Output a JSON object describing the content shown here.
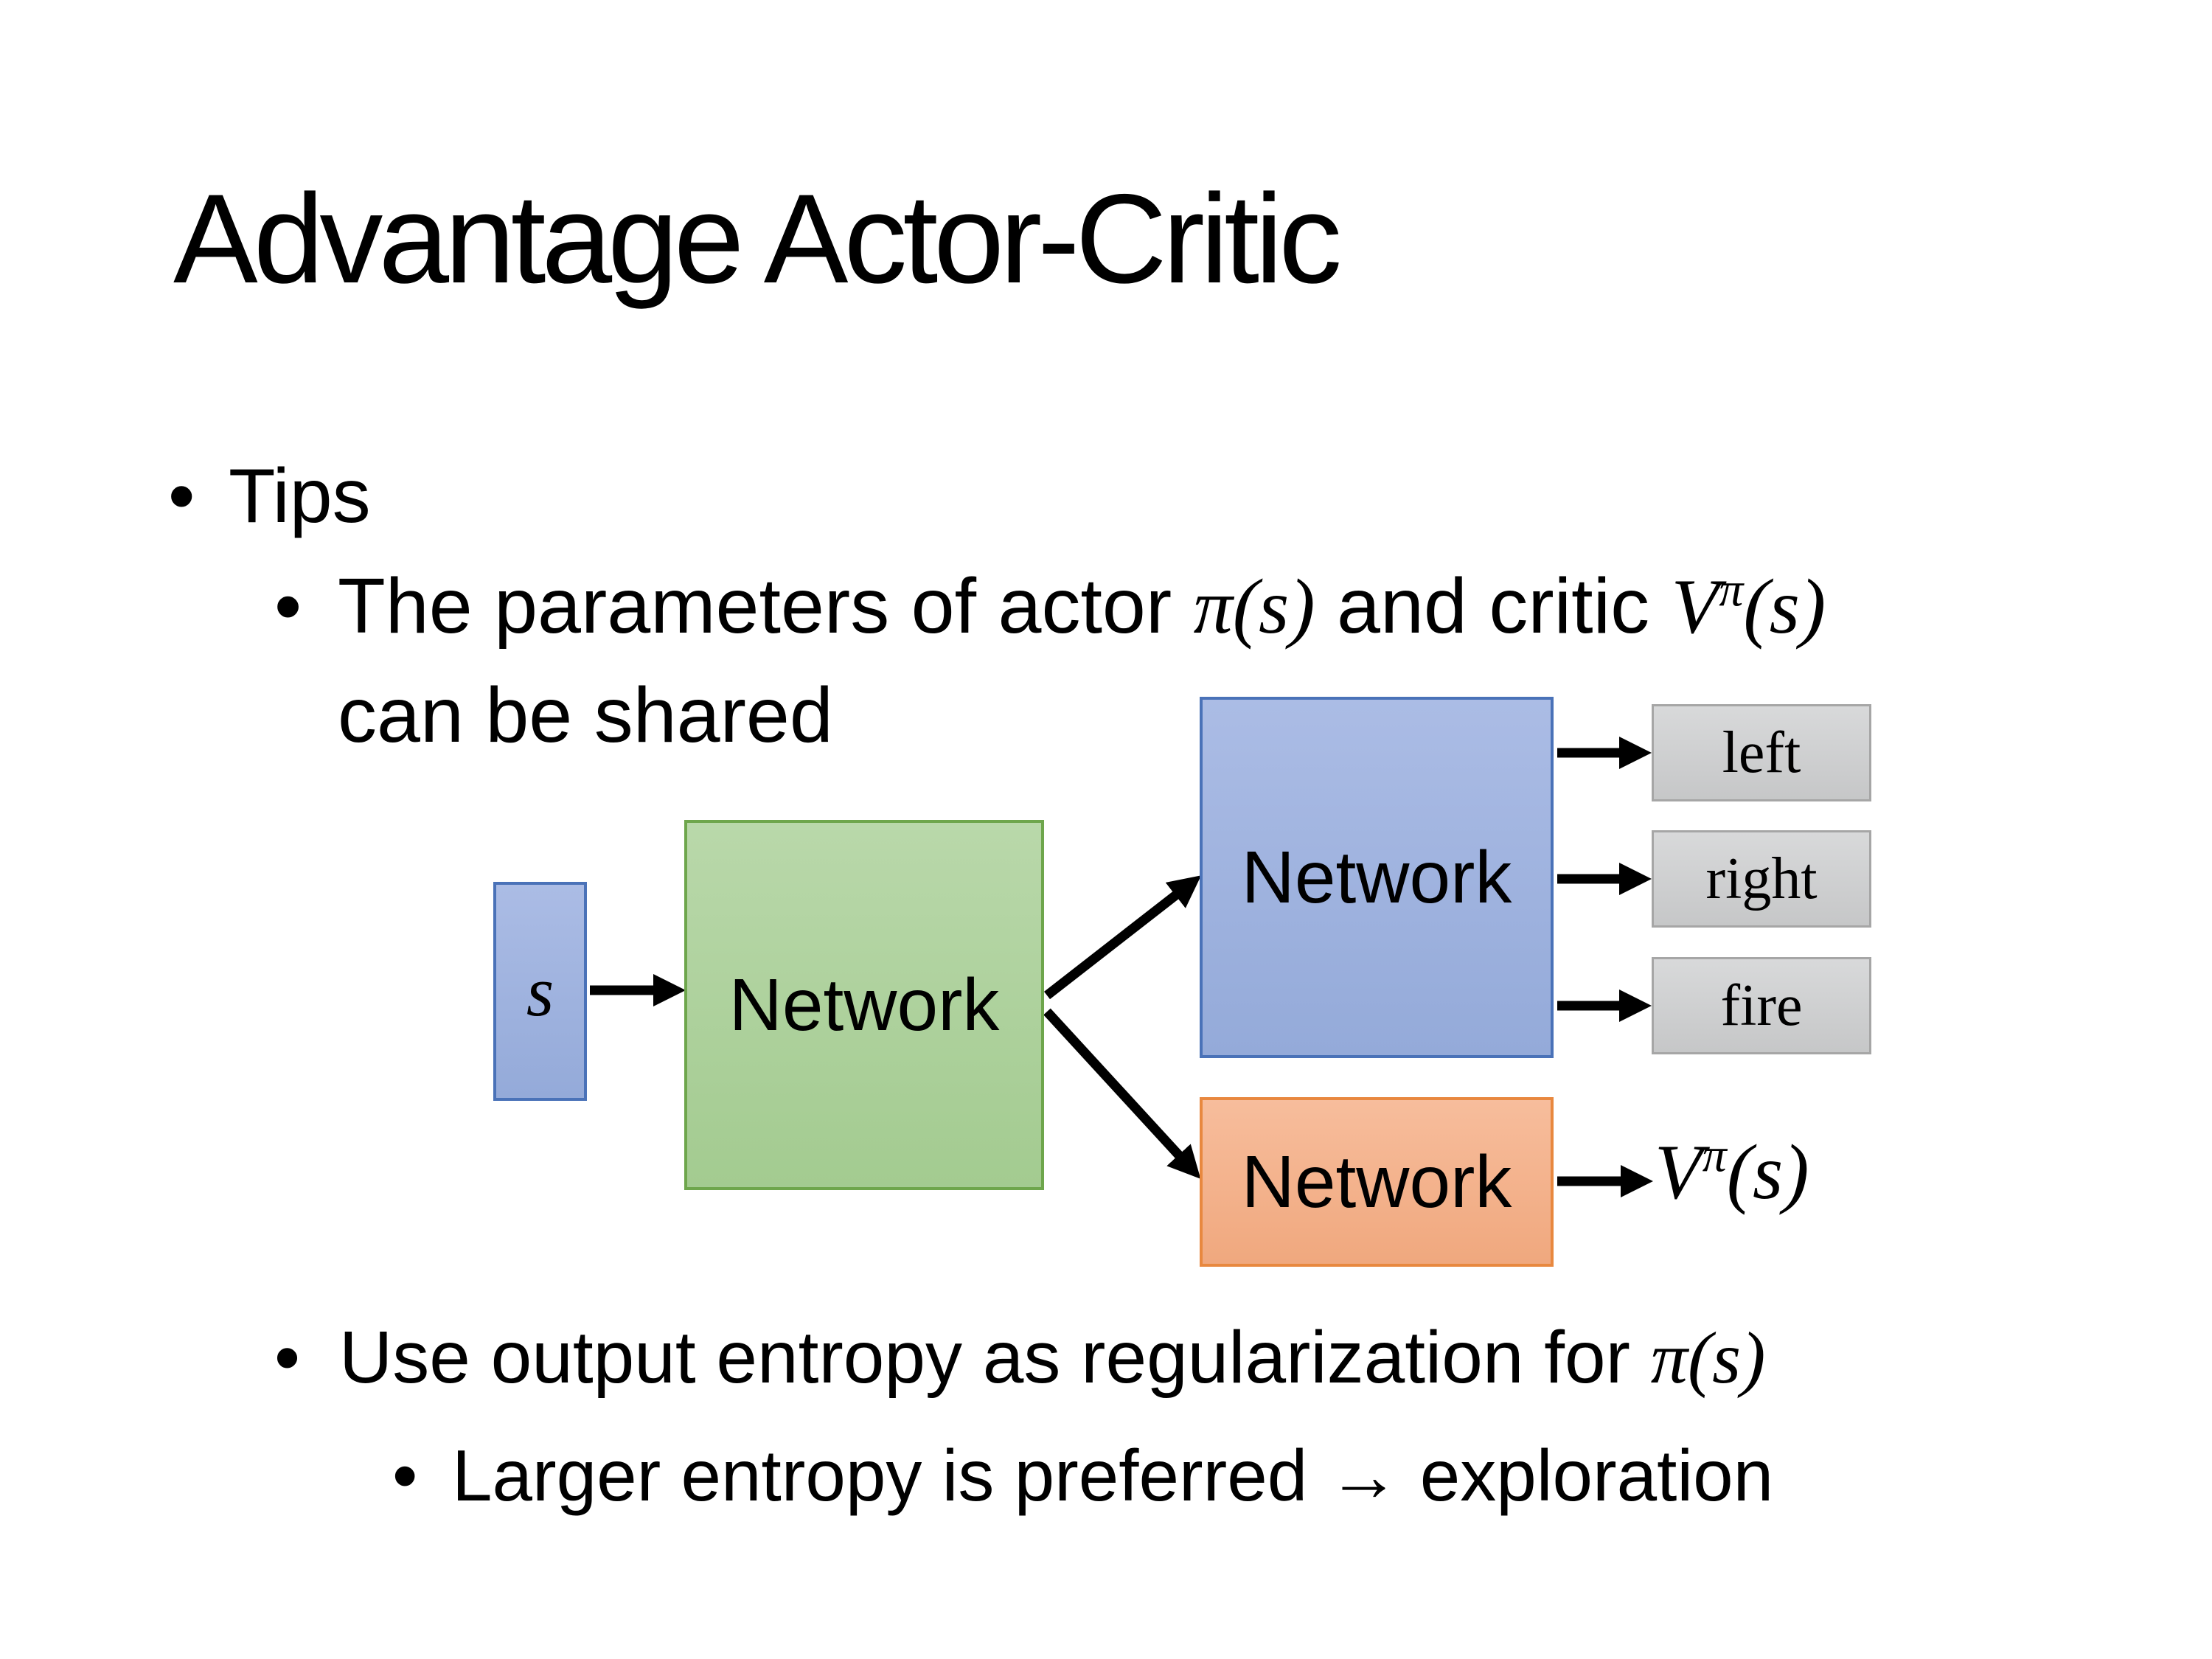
{
  "slide": {
    "title": "Advantage Actor-Critic",
    "bullets": {
      "dot": "•",
      "tips": "Tips",
      "param_text_1": "The parameters of actor ",
      "param_math_pi": "π(s)",
      "param_text_2": " and critic ",
      "param_value_base": "V",
      "param_value_sup": "π",
      "param_value_arg": "(s)",
      "param_line2": "can be shared",
      "entropy_text_1": "Use output entropy as regularization for ",
      "entropy_math_pi": "π(s)",
      "larger_text": "Larger entropy is preferred → exploration"
    },
    "diagram": {
      "input_label": "s",
      "shared_network_label": "Network",
      "actor_network_label": "Network",
      "critic_network_label": "Network",
      "outputs": [
        "left",
        "right",
        "fire"
      ],
      "value_base": "V",
      "value_sup": "π",
      "value_arg": "(s)",
      "colors": {
        "blue_fill": "#a0b3de",
        "blue_border": "#4a72b8",
        "green_fill": "#abd19b",
        "green_border": "#6ea64c",
        "orange_fill": "#f5b28f",
        "orange_border": "#e8883f",
        "gray_fill": "#cfd0d1",
        "gray_border": "#a6a6a6",
        "arrow": "#000000",
        "text": "#000000",
        "background": "#ffffff"
      }
    }
  }
}
